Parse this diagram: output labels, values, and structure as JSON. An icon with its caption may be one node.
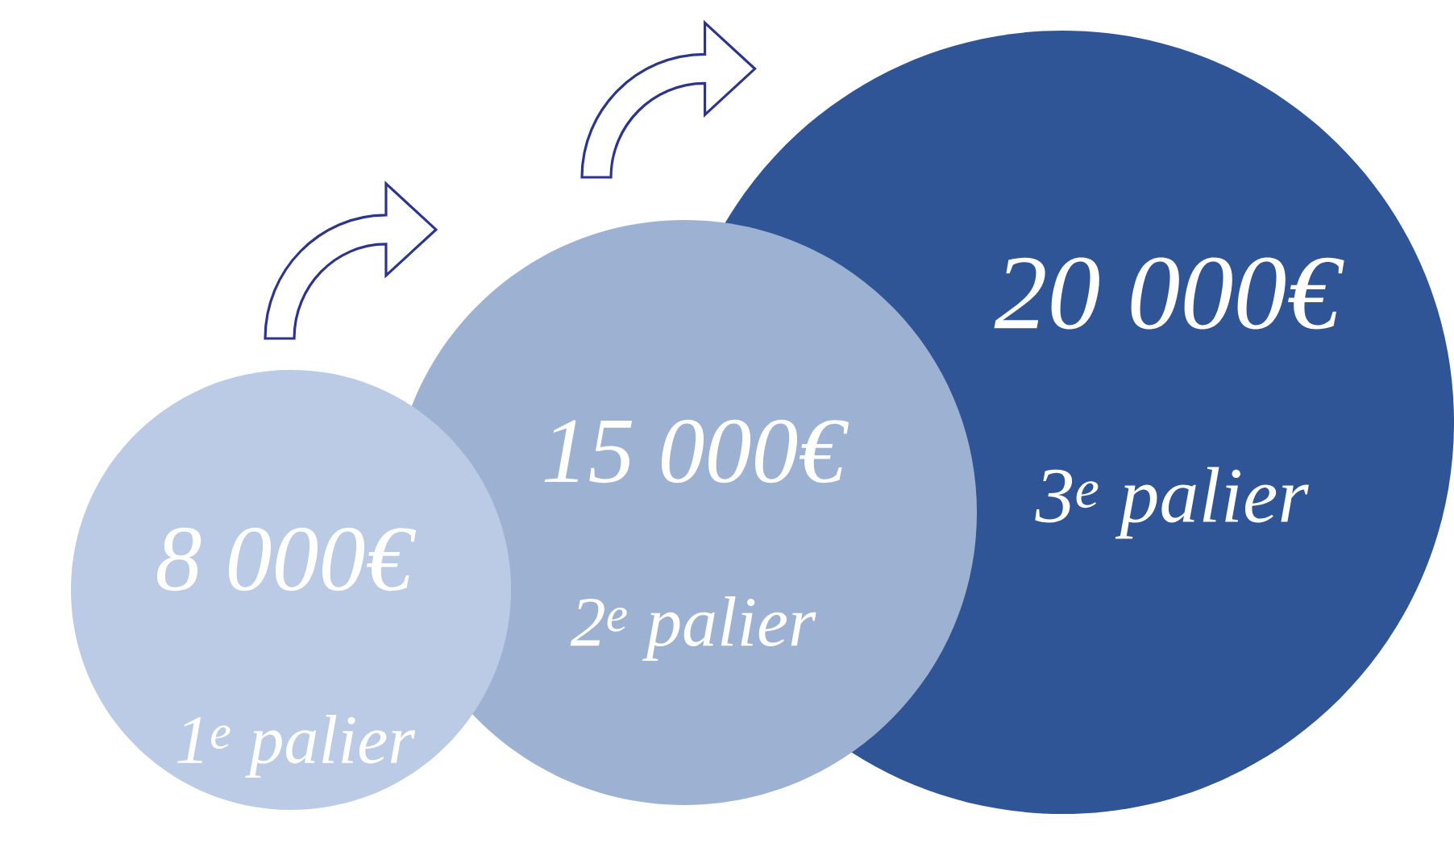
{
  "diagram": {
    "nodes": [
      {
        "text": [
          "8 000€",
          "1$^{e}$ palier"
        ]
      },
      {
        "text": [
          "15 000€",
          "2$^{e}$ palier"
        ]
      },
      {
        "text": [
          "20 000€",
          "3$^{e}$ palier"
        ]
      }
    ],
    "edges": [
      {
        "from": 0,
        "to": 1,
        "arrow": "to"
      },
      {
        "from": 1,
        "to": 2,
        "arrow": "to"
      }
    ]
  }
}
